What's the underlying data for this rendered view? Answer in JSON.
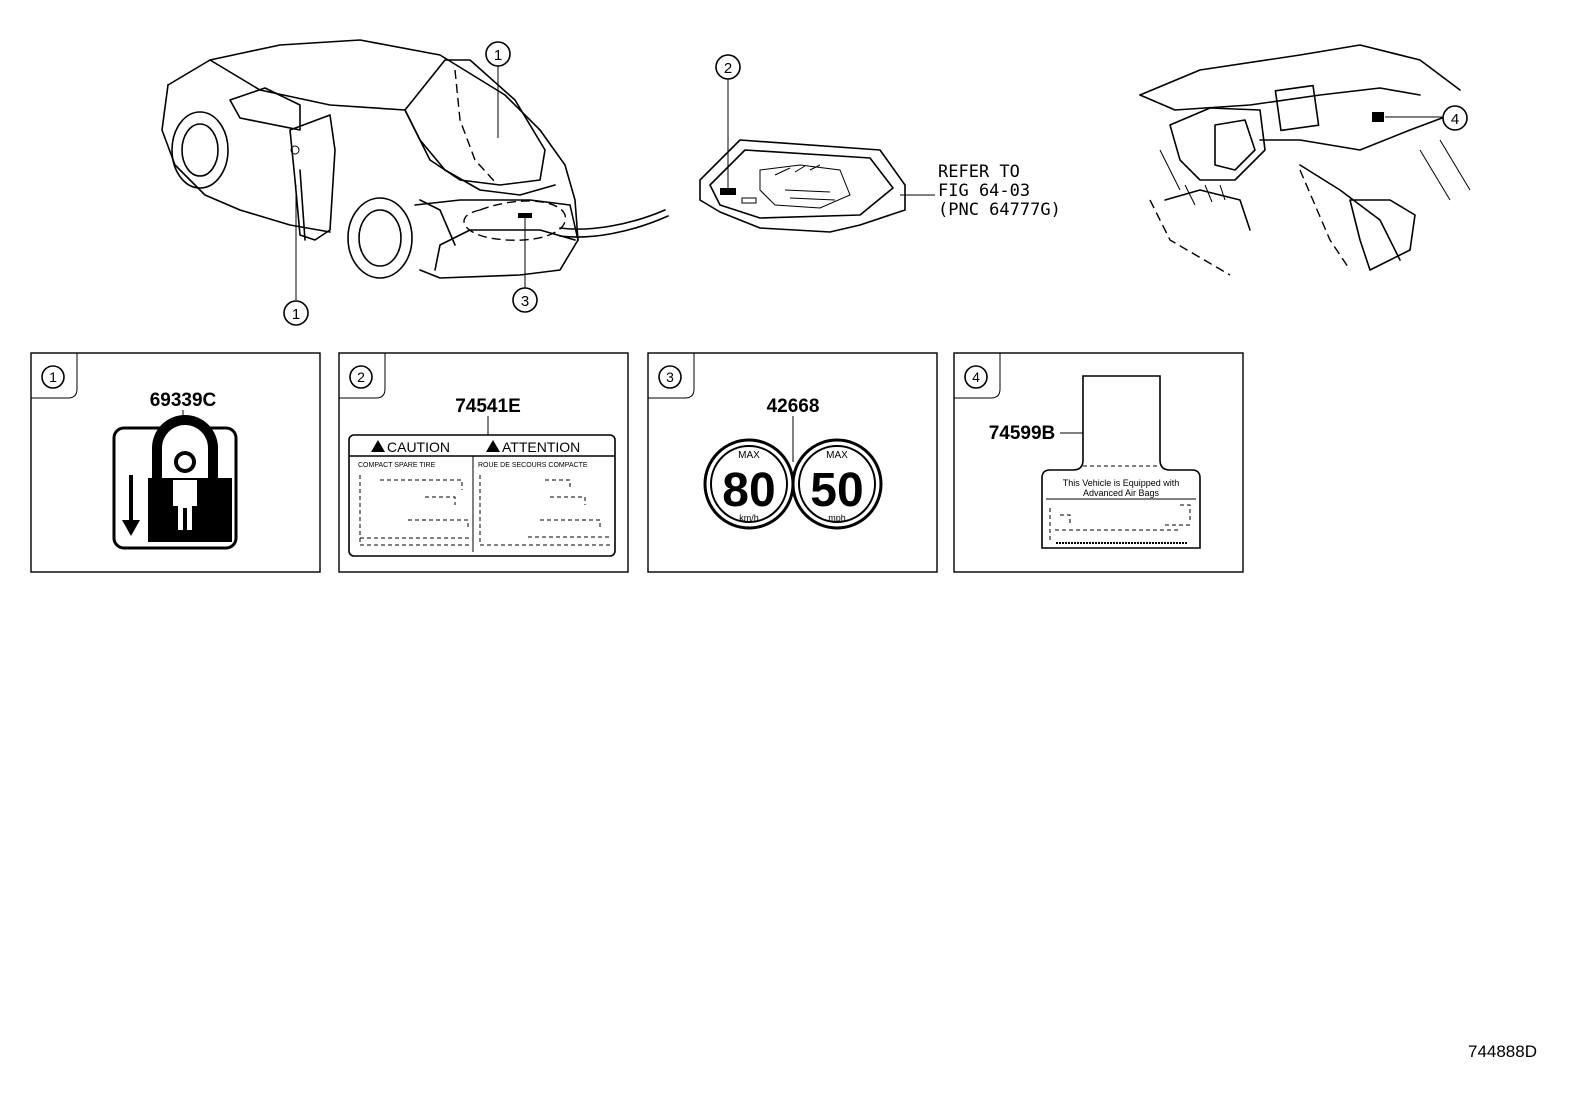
{
  "diagram": {
    "callouts": {
      "c1": "1",
      "c2": "2",
      "c3": "3",
      "c4": "4"
    },
    "refer_note": {
      "line1": "REFER TO",
      "line2": "FIG 64-03",
      "line3": "(PNC 64777G)"
    },
    "panels": [
      {
        "index": "1",
        "part_no": "69339C"
      },
      {
        "index": "2",
        "part_no": "74541E",
        "caution": "CAUTION",
        "attention": "ATTENTION",
        "left_header": "COMPACT SPARE TIRE",
        "right_header": "ROUE DE SECOURS COMPACTE"
      },
      {
        "index": "3",
        "part_no": "42668",
        "max_left": "MAX",
        "speed_left": "80",
        "unit_left": "km/h",
        "max_right": "MAX",
        "speed_right": "50",
        "unit_right": "mph"
      },
      {
        "index": "4",
        "part_no": "74599B",
        "text_line1": "This Vehicle is Equipped with",
        "text_line2": "Advanced Air Bags"
      }
    ],
    "figure_id": "744888D"
  }
}
